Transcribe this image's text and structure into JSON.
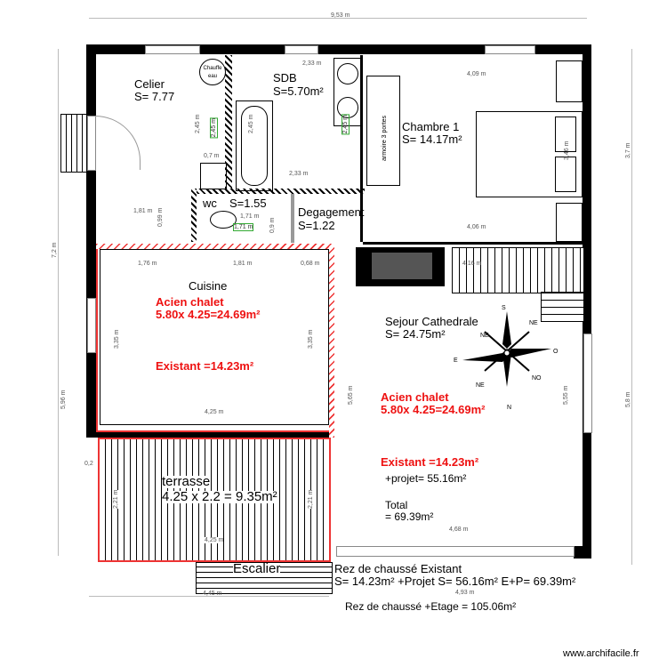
{
  "rooms": {
    "celier": {
      "name": "Celier",
      "area": "S= 7.77"
    },
    "chauffe_eau": "Chauffe eau",
    "sdb": {
      "name": "SDB",
      "area": "S=5.70m²"
    },
    "chambre": {
      "name": "Chambre 1",
      "area": "S= 14.17m²"
    },
    "armoire": "armoire 3 portes",
    "wc": {
      "name": "wc",
      "area": "S=1.55"
    },
    "degagement": {
      "name": "Degagement",
      "area": "S=1.22"
    },
    "cuisine": {
      "name": "Cuisine",
      "old": "Acien chalet",
      "old_area": "5.80x 4.25=24.69m²",
      "existing": "Existant =14.23m²"
    },
    "sejour": {
      "name": "Sejour Cathedrale",
      "area": "S= 24.75m²",
      "old": "Acien chalet",
      "old_area": "5.80x 4.25=24.69m²",
      "existing": "Existant =14.23m²",
      "projet": "+projet= 55.16m²",
      "total_label": "Total",
      "total": "= 69.39m²"
    },
    "terrasse": {
      "name": "terrasse",
      "area": "4.25 x 2.2 = 9.35m²"
    },
    "escalier": {
      "name": "Escalier"
    }
  },
  "summary": {
    "line1": "Rez de chaussé  Existant",
    "line2": "S= 14.23m² +Projet  S= 56.16m²  E+P= 69.39m²",
    "line3": "Rez de chaussé +Etage = 105.06m²"
  },
  "compass": {
    "n": "S",
    "s": "N",
    "e": "O",
    "w": "E",
    "ne": "NE",
    "nw": "NE",
    "se": "NO",
    "sw": "NE"
  },
  "dimensions": {
    "top": "9,53 m",
    "left_total": "7,2 m",
    "left_lower": "5,96 m",
    "right_upper": "3,7 m",
    "right_lower": "5,8 m",
    "sdb_top": "2,33 m",
    "sdb_bottom": "2,33 m",
    "chambre_top": "4,09 m",
    "chambre_bottom": "4,06 m",
    "h245": "2,45 m",
    "wc_basin": "0,7 m",
    "celier_w": "1,81 m",
    "celier_door": "0,99 m",
    "wc_w": "1,71 m",
    "deg": "0,9 m",
    "chambre_h": "3,46 m",
    "cuisine_a": "1,76 m",
    "cuisine_b": "1,81 m",
    "cuisine_c": "0,68 m",
    "sejour_top": "4,16 m",
    "cuisine_h": "3,35 m",
    "cuisine_w": "4,25 m",
    "sejour_h1": "5,65 m",
    "sejour_h2": "5,55 m",
    "terr_h": "2,21 m",
    "terr_gap": "0,2",
    "sejour_w": "4,68 m",
    "bottom_left": "4,45 m",
    "bottom_right": "4,93 m"
  },
  "green_labels": [
    "2,45 m",
    "1,71 m",
    "2,45 m"
  ],
  "watermark": "www.archifacile.fr",
  "colors": {
    "wall": "#000000",
    "projet": "#e33333",
    "text_red": "#e11111"
  }
}
